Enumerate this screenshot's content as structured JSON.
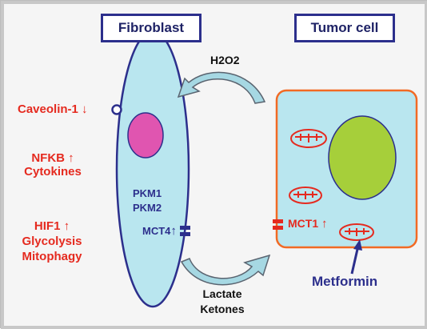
{
  "titles": {
    "fibroblast": "Fibroblast",
    "tumor_cell": "Tumor cell"
  },
  "fibroblast": {
    "caveolin": {
      "text": "Caveolin-1",
      "arrow": "↓"
    },
    "nfkb": {
      "line1": "NFKB",
      "arrow": "↑",
      "line2": "Cytokines"
    },
    "hif1": {
      "line1": "HIF1",
      "arrow": "↑",
      "line2": "Glycolysis",
      "line3": "Mitophagy"
    },
    "pkm1": "PKM1",
    "pkm2": "PKM2",
    "mct4": {
      "text": "MCT4",
      "arrow": "↑"
    }
  },
  "tumor": {
    "mct1": {
      "text": "MCT1",
      "arrow": "↑"
    },
    "metformin": "Metformin"
  },
  "arrows": {
    "h2o2": "H2O2",
    "lactate": "Lactate",
    "ketones": "Ketones"
  },
  "colors": {
    "red": "#e52a1f",
    "navy": "#2c2f8c",
    "cell_fill": "#b9e6ef",
    "tumor_border": "#f26a24",
    "nucleus_fibroblast": "#e055b0",
    "nucleus_tumor": "#a6cf3a",
    "arrow_fill": "#a6d8e3"
  }
}
